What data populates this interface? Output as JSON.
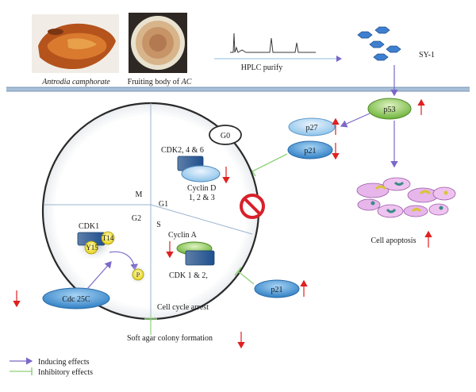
{
  "header": {
    "photo1_caption": "Antrodia camphorate",
    "photo2_caption_prefix": "Fruiting body of ",
    "photo2_caption_italic": "AC",
    "hplc_label": "HPLC purify",
    "compound_label": "SY-1"
  },
  "pathway": {
    "p53": "p53",
    "p27": "p27",
    "p21_upper": "p21",
    "p21_lower": "p21",
    "apoptosis": "Cell apoptosis"
  },
  "cell_cycle": {
    "g0": "G0",
    "m": "M",
    "g1": "G1",
    "g2": "G2",
    "s": "S",
    "cdk246": "CDK2, 4 & 6",
    "cyclin_d_line1": "Cyclin D",
    "cyclin_d_line2": "1, 2 & 3",
    "cyclin_a": "Cyclin A",
    "cdk12": "CDK 1 & 2,",
    "cdk1": "CDK1",
    "t14": "T14",
    "y15": "Y15",
    "p": "P",
    "cdc25c": "Cdc 25C"
  },
  "outcomes": {
    "arrest": "Cell cycle arrest",
    "soft_agar": "Soft agar colony formation"
  },
  "legend": {
    "inducing": "Inducing effects",
    "inhibitory": "Inhibitory effects"
  },
  "colors": {
    "inducing_arrow": "#7b68c8",
    "inhibitory_line": "#8fd07a",
    "red_arrow": "#e02020",
    "divider": "#9bb4cf",
    "blue_oval": "#3f8fd0",
    "green_oval": "#7fc241"
  }
}
